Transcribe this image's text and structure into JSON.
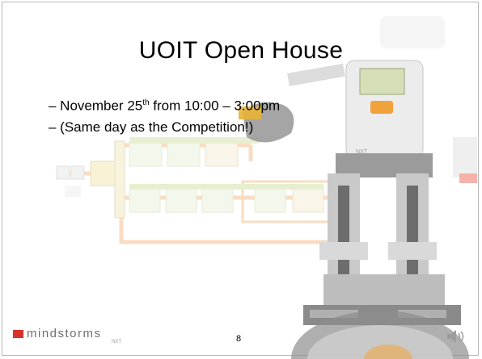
{
  "slide": {
    "title": "UOIT Open House",
    "bullets": [
      {
        "prefix": "– November 25",
        "sup": "th",
        "suffix": " from 10:00 – 3:00pm"
      },
      {
        "text": "– (Same day as the Competition!)"
      }
    ],
    "page_number": "8",
    "brand": "mindstorms",
    "brand_sub": "NXT"
  },
  "icons": {
    "speaker": "speaker-icon",
    "logo": "mindstorms-logo-icon",
    "robot": "nxt-robot-illustration",
    "program": "nxt-program-blocks-illustration"
  },
  "colors": {
    "logo_red": "#d8322b",
    "wire_orange": "#f4b37a",
    "block_green": "#c9df9b"
  }
}
